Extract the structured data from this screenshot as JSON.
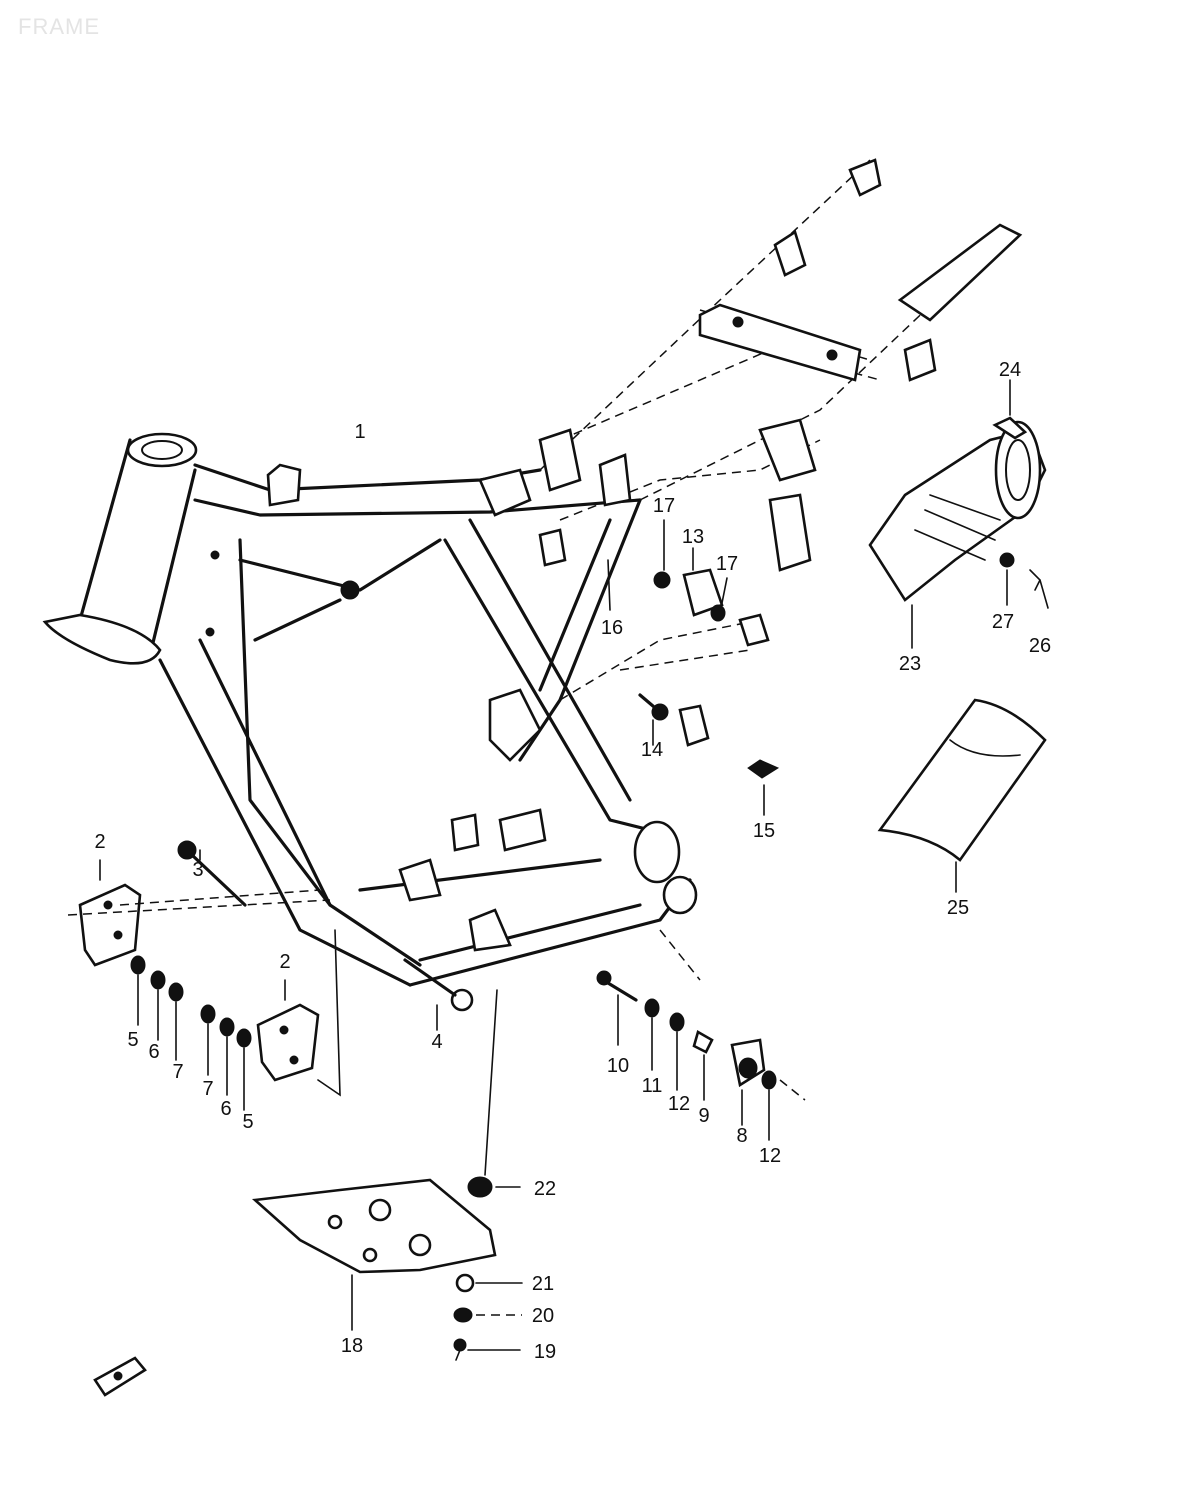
{
  "title": "FRAME",
  "callouts": [
    "1",
    "2",
    "2",
    "3",
    "4",
    "5",
    "5",
    "6",
    "6",
    "7",
    "7",
    "8",
    "9",
    "10",
    "11",
    "12",
    "12",
    "13",
    "14",
    "15",
    "16",
    "17",
    "17",
    "18",
    "19",
    "20",
    "21",
    "22",
    "23",
    "24",
    "25",
    "26",
    "27"
  ]
}
